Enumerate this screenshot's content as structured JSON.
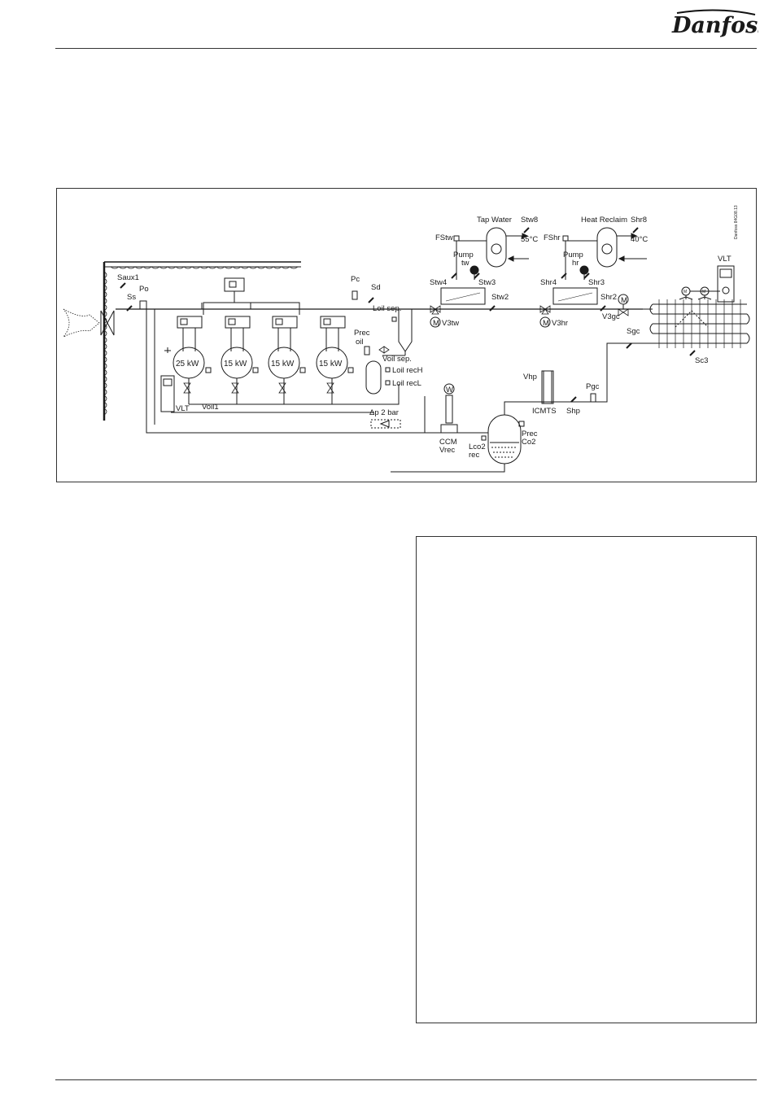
{
  "brand": {
    "logo_text": "Danfoss"
  },
  "diagram": {
    "drawing_code": "Danfoss 84G08.13",
    "compressors": [
      "25 kW",
      "15 kW",
      "15 kW",
      "15 kW"
    ],
    "labels": {
      "tap_water": "Tap Water",
      "stw8": "Stw8",
      "temp_55": "55°C",
      "heat_reclaim": "Heat Reclaim",
      "shr8": "Shr8",
      "temp_40": "40°C",
      "fstw": "FStw",
      "fshr": "FShr",
      "pump": "Pump",
      "pump2": "Pump",
      "tw": "tw",
      "hr": "hr",
      "stw4": "Stw4",
      "stw3": "Stw3",
      "shr4": "Shr4",
      "shr3": "Shr3",
      "stw2": "Stw2",
      "shr2": "Shr2",
      "v3tw": "V3tw",
      "v3hr": "V3hr",
      "v3gc": "V3gc",
      "m": "M",
      "vlt_top": "VLT",
      "vlt_left": "VLT",
      "saux1": "Saux1",
      "ss": "Ss",
      "po": "Po",
      "pc": "Pc",
      "sd": "Sd",
      "loil_sep": "Loil sep.",
      "prec": "Prec",
      "oil": "oil",
      "voil_sep": "Voil sep.",
      "loil_rech": "Loil recH",
      "loil_recl": "Loil recL",
      "voil1": "Voil1",
      "dp2bar": "Δp 2 bar",
      "sgc": "Sgc",
      "sc3": "Sc3",
      "vhp": "Vhp",
      "pgc": "Pgc",
      "icmts": "ICMTS",
      "shp": "Shp",
      "w": "W",
      "ccm": "CCM",
      "vrec": "Vrec",
      "lco2": "Lco2",
      "rec": "rec",
      "prec2": "Prec",
      "co2": "Co2"
    }
  }
}
